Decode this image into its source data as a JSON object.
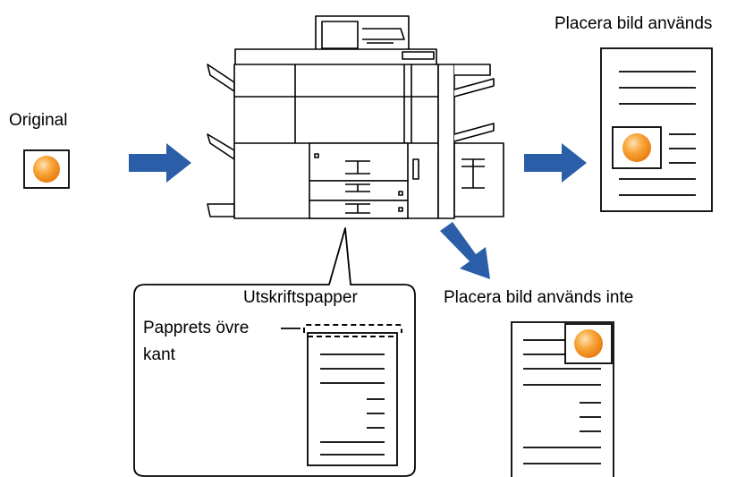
{
  "labels": {
    "original": "Original",
    "used": "Placera bild används",
    "not_used": "Placera bild används inte",
    "print_paper": "Utskriftspapper",
    "top_edge_line1": "Papprets övre",
    "top_edge_line2": "kant"
  },
  "colors": {
    "arrow": "#2a5ea8",
    "photo_outer": "#f7941e",
    "photo_inner": "#fcbf6f",
    "line": "#000000"
  },
  "icons": [
    "copier-machine-icon",
    "arrow-right-icon",
    "arrow-down-right-icon",
    "photo-circle-icon",
    "document-icon"
  ]
}
